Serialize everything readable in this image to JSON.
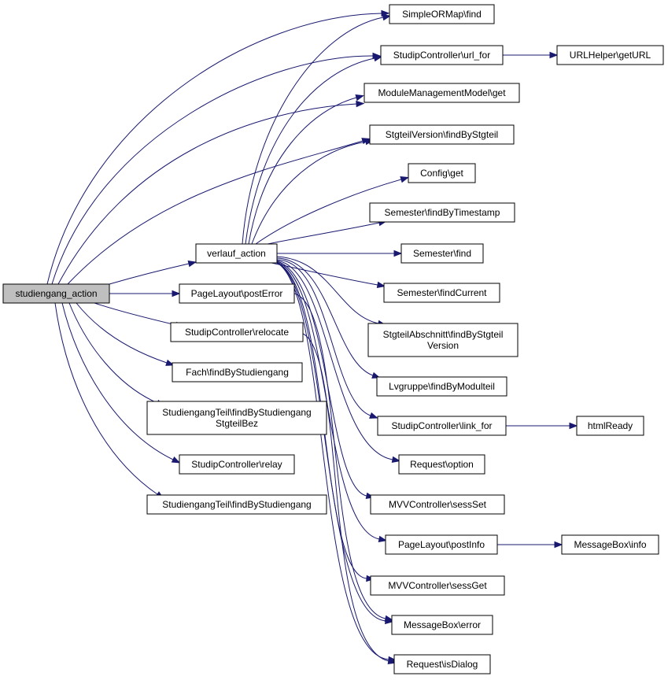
{
  "diagram": {
    "nodes": [
      {
        "id": "studiengang_action",
        "lines": [
          "studiengang_action"
        ],
        "root": true
      },
      {
        "id": "verlauf_action",
        "lines": [
          "verlauf_action"
        ]
      },
      {
        "id": "PageLayout\\postError",
        "lines": [
          "PageLayout\\postError"
        ]
      },
      {
        "id": "StudipController\\relocate",
        "lines": [
          "StudipController\\relocate"
        ]
      },
      {
        "id": "Fach\\findByStudiengang",
        "lines": [
          "Fach\\findByStudiengang"
        ]
      },
      {
        "id": "StudiengangTeil\\findByStudiengangStgteilBez",
        "lines": [
          "StudiengangTeil\\findByStudiengang",
          "StgteilBez"
        ]
      },
      {
        "id": "StudipController\\relay",
        "lines": [
          "StudipController\\relay"
        ]
      },
      {
        "id": "StudiengangTeil\\findByStudiengang",
        "lines": [
          "StudiengangTeil\\findByStudiengang"
        ]
      },
      {
        "id": "SimpleORMap\\find",
        "lines": [
          "SimpleORMap\\find"
        ]
      },
      {
        "id": "StudipController\\url_for",
        "lines": [
          "StudipController\\url_for"
        ]
      },
      {
        "id": "URLHelper\\getURL",
        "lines": [
          "URLHelper\\getURL"
        ]
      },
      {
        "id": "ModuleManagementModel\\get",
        "lines": [
          "ModuleManagementModel\\get"
        ]
      },
      {
        "id": "StgteilVersion\\findByStgteil",
        "lines": [
          "StgteilVersion\\findByStgteil"
        ]
      },
      {
        "id": "Config\\get",
        "lines": [
          "Config\\get"
        ]
      },
      {
        "id": "Semester\\findByTimestamp",
        "lines": [
          "Semester\\findByTimestamp"
        ]
      },
      {
        "id": "Semester\\find",
        "lines": [
          "Semester\\find"
        ]
      },
      {
        "id": "Semester\\findCurrent",
        "lines": [
          "Semester\\findCurrent"
        ]
      },
      {
        "id": "StgteilAbschnitt\\findByStgteilVersion",
        "lines": [
          "StgteilAbschnitt\\findByStgteil",
          "Version"
        ]
      },
      {
        "id": "Lvgruppe\\findByModulteil",
        "lines": [
          "Lvgruppe\\findByModulteil"
        ]
      },
      {
        "id": "StudipController\\link_for",
        "lines": [
          "StudipController\\link_for"
        ]
      },
      {
        "id": "htmlReady",
        "lines": [
          "htmlReady"
        ]
      },
      {
        "id": "Request\\option",
        "lines": [
          "Request\\option"
        ]
      },
      {
        "id": "MVVController\\sessSet",
        "lines": [
          "MVVController\\sessSet"
        ]
      },
      {
        "id": "PageLayout\\postInfo",
        "lines": [
          "PageLayout\\postInfo"
        ]
      },
      {
        "id": "MessageBox\\info",
        "lines": [
          "MessageBox\\info"
        ]
      },
      {
        "id": "MVVController\\sessGet",
        "lines": [
          "MVVController\\sessGet"
        ]
      },
      {
        "id": "MessageBox\\error",
        "lines": [
          "MessageBox\\error"
        ]
      },
      {
        "id": "Request\\isDialog",
        "lines": [
          "Request\\isDialog"
        ]
      }
    ],
    "edges": [
      {
        "from": "studiengang_action",
        "to": "verlauf_action"
      },
      {
        "from": "studiengang_action",
        "to": "PageLayout\\postError"
      },
      {
        "from": "studiengang_action",
        "to": "StudipController\\relocate"
      },
      {
        "from": "studiengang_action",
        "to": "Fach\\findByStudiengang"
      },
      {
        "from": "studiengang_action",
        "to": "StudiengangTeil\\findByStudiengangStgteilBez"
      },
      {
        "from": "studiengang_action",
        "to": "StudipController\\relay"
      },
      {
        "from": "studiengang_action",
        "to": "StudiengangTeil\\findByStudiengang"
      },
      {
        "from": "studiengang_action",
        "to": "SimpleORMap\\find"
      },
      {
        "from": "studiengang_action",
        "to": "StudipController\\url_for"
      },
      {
        "from": "studiengang_action",
        "to": "ModuleManagementModel\\get"
      },
      {
        "from": "studiengang_action",
        "to": "StgteilVersion\\findByStgteil"
      },
      {
        "from": "verlauf_action",
        "to": "SimpleORMap\\find"
      },
      {
        "from": "verlauf_action",
        "to": "StudipController\\url_for"
      },
      {
        "from": "verlauf_action",
        "to": "ModuleManagementModel\\get"
      },
      {
        "from": "verlauf_action",
        "to": "StgteilVersion\\findByStgteil"
      },
      {
        "from": "verlauf_action",
        "to": "Config\\get"
      },
      {
        "from": "verlauf_action",
        "to": "Semester\\findByTimestamp"
      },
      {
        "from": "verlauf_action",
        "to": "Semester\\find"
      },
      {
        "from": "verlauf_action",
        "to": "Semester\\findCurrent"
      },
      {
        "from": "verlauf_action",
        "to": "StgteilAbschnitt\\findByStgteilVersion"
      },
      {
        "from": "verlauf_action",
        "to": "Lvgruppe\\findByModulteil"
      },
      {
        "from": "verlauf_action",
        "to": "StudipController\\link_for"
      },
      {
        "from": "verlauf_action",
        "to": "Request\\option"
      },
      {
        "from": "verlauf_action",
        "to": "MVVController\\sessSet"
      },
      {
        "from": "verlauf_action",
        "to": "PageLayout\\postInfo"
      },
      {
        "from": "verlauf_action",
        "to": "MVVController\\sessGet"
      },
      {
        "from": "verlauf_action",
        "to": "MessageBox\\error"
      },
      {
        "from": "verlauf_action",
        "to": "Request\\isDialog"
      },
      {
        "from": "StudipController\\url_for",
        "to": "URLHelper\\getURL"
      },
      {
        "from": "StudipController\\link_for",
        "to": "htmlReady"
      },
      {
        "from": "PageLayout\\postInfo",
        "to": "MessageBox\\info"
      },
      {
        "from": "PageLayout\\postError",
        "to": "MessageBox\\error"
      },
      {
        "from": "StudipController\\relocate",
        "to": "Request\\isDialog"
      }
    ],
    "colors": {
      "edge": "#191970",
      "root_fill": "#bfbfbf",
      "node_fill": "#ffffff",
      "border": "#000000"
    }
  }
}
